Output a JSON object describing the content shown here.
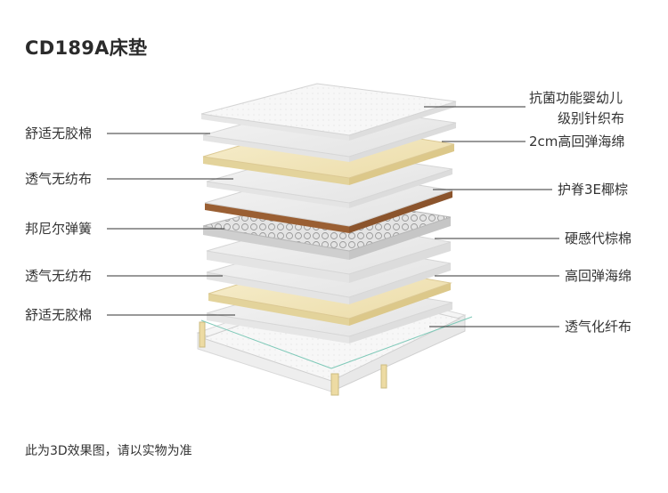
{
  "title": "CD189A床垫",
  "left_labels": [
    "舒适无胶棉",
    "透气无纺布",
    "邦尼尔弹簧",
    "透气无纺布",
    "舒适无胶棉"
  ],
  "right_labels": [
    "抗菌功能婴幼儿",
    "级别针织布",
    "2cm高回弹海绵",
    "护脊3E椰棕",
    "硬感代棕棉",
    "高回弹海绵",
    "透气化纤布"
  ],
  "footer": "此为3D效果图，请以实物为准",
  "colors": {
    "sheet": "#f1f1f1",
    "sponge": "#f2e7bd",
    "coir": "#a5683c",
    "line": "#333333"
  }
}
